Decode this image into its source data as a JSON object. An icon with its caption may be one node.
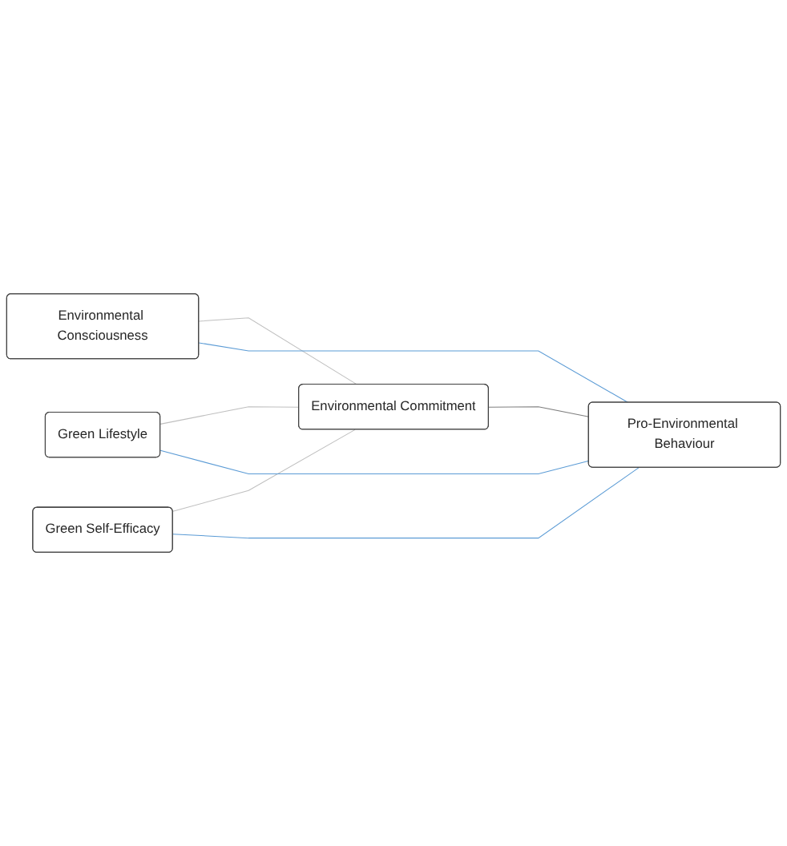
{
  "diagram": {
    "nodes": [
      {
        "text": [
          "Environmental Commitment"
        ]
      },
      {
        "text": [
          "Environmental Consciousness"
        ]
      },
      {
        "text": [
          "Green Lifestyle"
        ]
      },
      {
        "text": [
          "Green Self-Efficacy"
        ]
      },
      {
        "text": [
          "Pro-Environmental Behaviour"
        ]
      }
    ],
    "edges": [
      {
        "from": 1,
        "to": 0,
        "arrow": "none",
        "color": "#bfbfbf"
      },
      {
        "from": 2,
        "to": 0,
        "arrow": "none",
        "color": "#bfbfbf"
      },
      {
        "from": 3,
        "to": 0,
        "arrow": "none",
        "color": "#bfbfbf"
      },
      {
        "from": 1,
        "to": 4,
        "arrow": "none",
        "color": "#5b9bd5"
      },
      {
        "from": 2,
        "to": 4,
        "arrow": "none",
        "color": "#5b9bd5"
      },
      {
        "from": 3,
        "to": 4,
        "arrow": "none",
        "color": "#5b9bd5"
      },
      {
        "from": 0,
        "to": 4,
        "arrow": "none",
        "color": "#7f7f7f"
      }
    ]
  }
}
